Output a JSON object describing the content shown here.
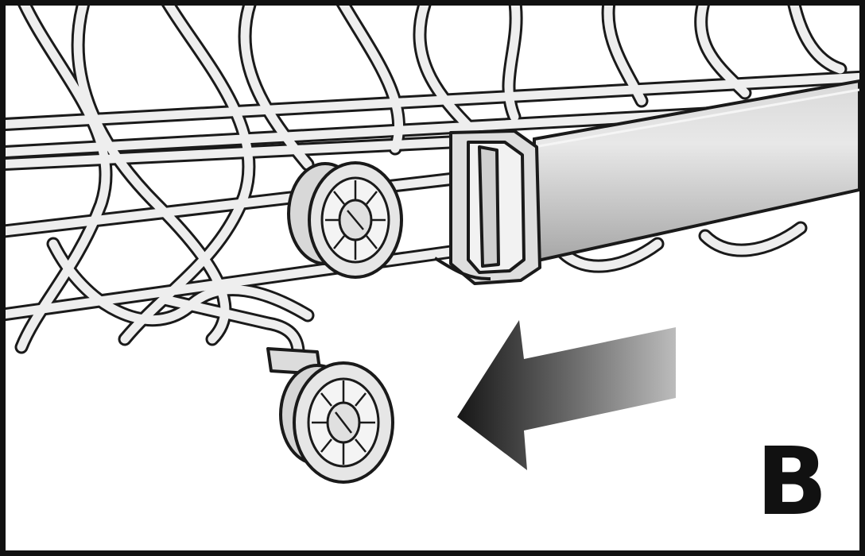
{
  "figure": {
    "panel_label": "B",
    "colors": {
      "outline": "#1a1a1a",
      "wire_fill": "#eeeeee",
      "rail_light": "#e2e2e2",
      "rail_dark": "#9d9d9d",
      "arrow_dark": "#1b1b1b",
      "arrow_light": "#b9b9b9"
    },
    "parts": [
      "dish-rack",
      "fixed-roller",
      "roller-detached",
      "rail-clip",
      "slide-rail",
      "direction-arrow"
    ]
  }
}
